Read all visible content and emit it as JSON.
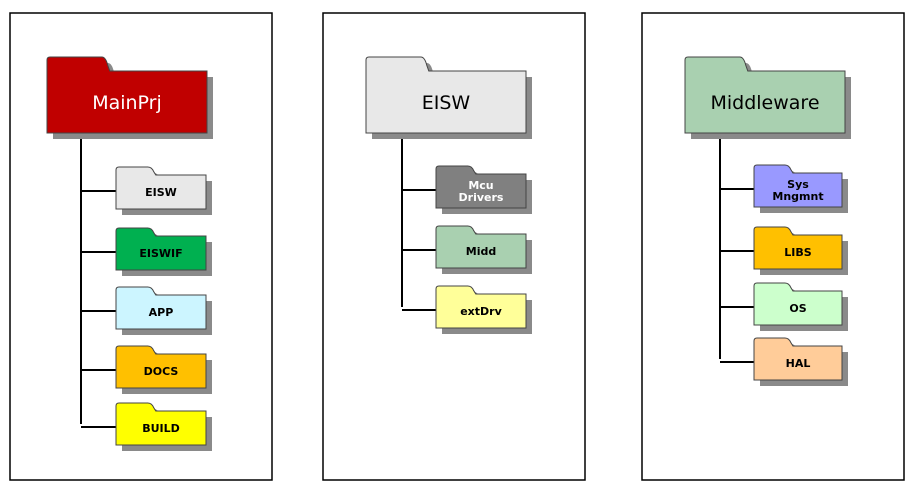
{
  "panels": [
    {
      "root": {
        "label": "MainPrj",
        "color": "#c00000",
        "text_color": "#ffffff"
      },
      "children": [
        {
          "label": "EISW",
          "color": "#e8e8e8",
          "text_color": "#000000"
        },
        {
          "label": "EISWIF",
          "color": "#00b050",
          "text_color": "#000000"
        },
        {
          "label": "APP",
          "color": "#ccf5ff",
          "text_color": "#000000"
        },
        {
          "label": "DOCS",
          "color": "#ffc000",
          "text_color": "#000000"
        },
        {
          "label": "BUILD",
          "color": "#ffff00",
          "text_color": "#000000"
        }
      ]
    },
    {
      "root": {
        "label": "EISW",
        "color": "#e8e8e8",
        "text_color": "#000000"
      },
      "children": [
        {
          "label": "Mcu Drivers",
          "color": "#808080",
          "text_color": "#ffffff"
        },
        {
          "label": "Midd",
          "color": "#a9d0b0",
          "text_color": "#000000"
        },
        {
          "label": "extDrv",
          "color": "#ffff99",
          "text_color": "#000000"
        }
      ]
    },
    {
      "root": {
        "label": "Middleware",
        "color": "#a9d0b0",
        "text_color": "#000000"
      },
      "children": [
        {
          "label": "Sys Mngmnt",
          "color": "#9999ff",
          "text_color": "#000000"
        },
        {
          "label": "LIBS",
          "color": "#ffc000",
          "text_color": "#000000"
        },
        {
          "label": "OS",
          "color": "#ccffcc",
          "text_color": "#000000"
        },
        {
          "label": "HAL",
          "color": "#ffcc99",
          "text_color": "#000000"
        }
      ]
    }
  ]
}
